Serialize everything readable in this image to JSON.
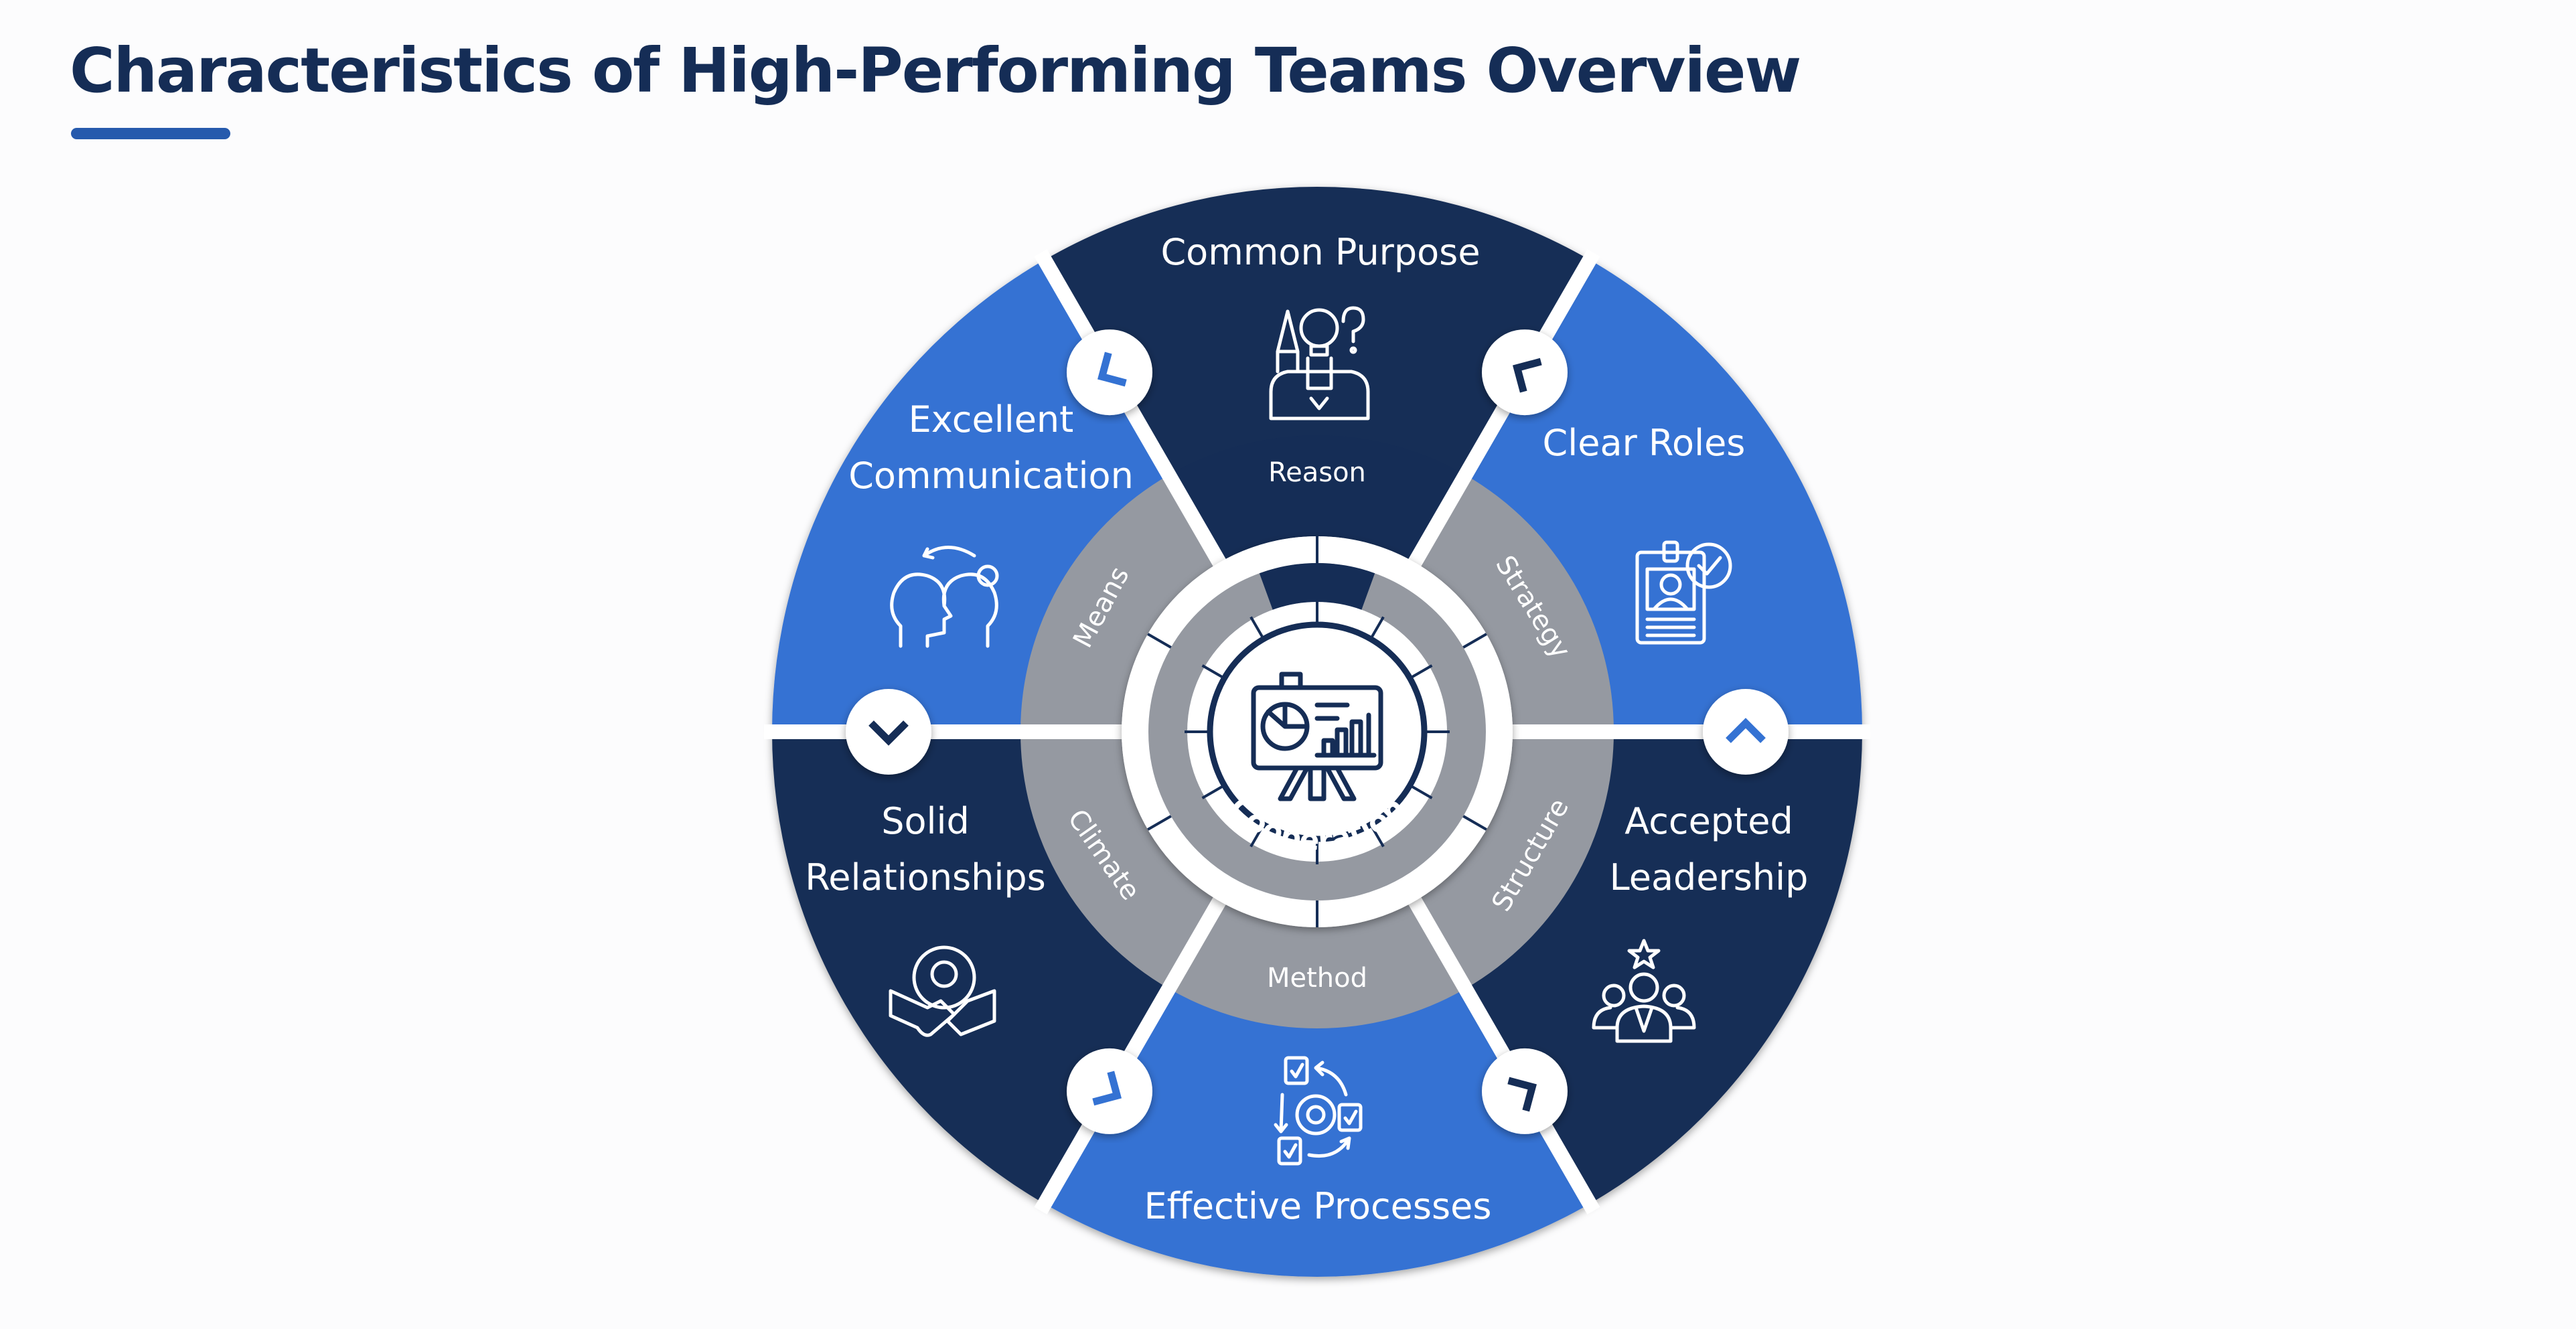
{
  "title": "Characteristics of High-Performing Teams Overview",
  "colors": {
    "navy": "#152d56",
    "blue": "#3472d3",
    "gray": "#9599a1",
    "accent": "#265aad",
    "background": "#fcfcfd"
  },
  "center": {
    "label": "Cooperation",
    "icon": "presentation-board-chart-icon"
  },
  "sectors": [
    {
      "title_lines": [
        "Clear Roles"
      ],
      "ring_label": "Strategy",
      "color": "blue",
      "icon": "id-badge-check-icon",
      "connector_icon": "chevron-down-icon"
    },
    {
      "title_lines": [
        "Common Purpose"
      ],
      "ring_label": "Reason",
      "color": "navy",
      "icon": "team-ideas-icon",
      "connector_icon": "chevron-down-icon"
    },
    {
      "title_lines": [
        "Excellent",
        "Communication"
      ],
      "ring_label": "Means",
      "color": "blue",
      "icon": "heads-exchange-icon",
      "connector_icon": "chevron-up-icon"
    },
    {
      "title_lines": [
        "Solid",
        "Relationships"
      ],
      "ring_label": "Climate",
      "color": "navy",
      "icon": "handshake-gear-icon",
      "connector_icon": "chevron-up-icon"
    },
    {
      "title_lines": [
        "Effective Processes"
      ],
      "ring_label": "Method",
      "color": "blue",
      "icon": "process-cycle-icon",
      "connector_icon": "chevron-up-icon"
    },
    {
      "title_lines": [
        "Accepted",
        "Leadership"
      ],
      "ring_label": "Structure",
      "color": "navy",
      "icon": "team-leader-icon",
      "connector_icon": "chevron-down-icon"
    }
  ]
}
